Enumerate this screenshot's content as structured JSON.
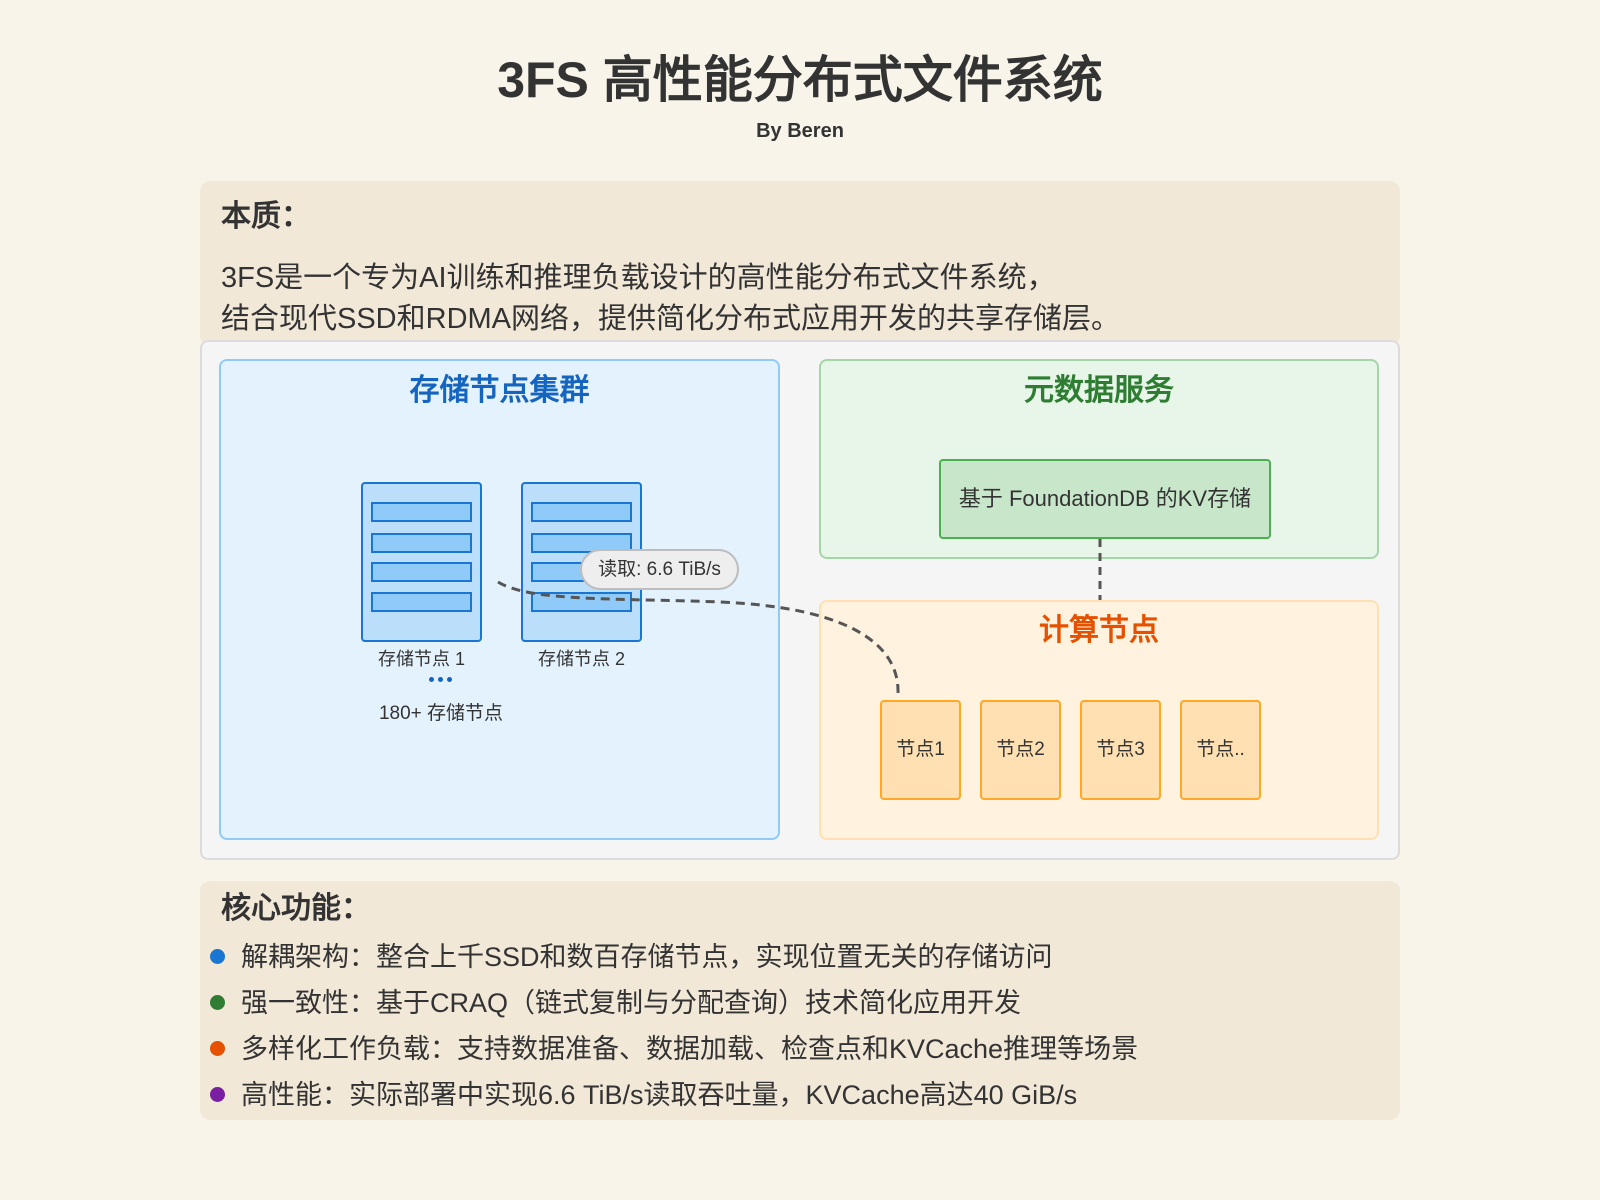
{
  "header": {
    "title": "3FS 高性能分布式文件系统",
    "author": "By Beren"
  },
  "essence": {
    "heading": "本质：",
    "lines": [
      "3FS是一个专为AI训练和推理负载设计的高性能分布式文件系统，",
      "结合现代SSD和RDMA网络，提供简化分布式应用开发的共享存储层。"
    ]
  },
  "diagram": {
    "storage_cluster": {
      "title": "存储节点集群",
      "accent_color": "#1565c0",
      "nodes": [
        "存储节点 1",
        "存储节点 2"
      ],
      "more_icon": "ellipsis-icon",
      "count_label": "180+ 存储节点"
    },
    "metadata_service": {
      "title": "元数据服务",
      "accent_color": "#2e7d32",
      "store_label": "基于 FoundationDB 的KV存储"
    },
    "compute": {
      "title": "计算节点",
      "accent_color": "#e65100",
      "nodes": [
        "节点1",
        "节点2",
        "节点3",
        "节点.."
      ]
    },
    "read_link_label": "读取: 6.6 TiB/s"
  },
  "features": {
    "heading": "核心功能：",
    "items": [
      {
        "text": "解耦架构：整合上千SSD和数百存储节点，实现位置无关的存储访问",
        "color": "#1976d2"
      },
      {
        "text": "强一致性：基于CRAQ（链式复制与分配查询）技术简化应用开发",
        "color": "#2e7d32"
      },
      {
        "text": "多样化工作负载：支持数据准备、数据加载、检查点和KVCache推理等场景",
        "color": "#e65100"
      },
      {
        "text": "高性能：实际部署中实现6.6 TiB/s读取吞吐量，KVCache高达40 GiB/s",
        "color": "#7b1fa2"
      }
    ]
  }
}
